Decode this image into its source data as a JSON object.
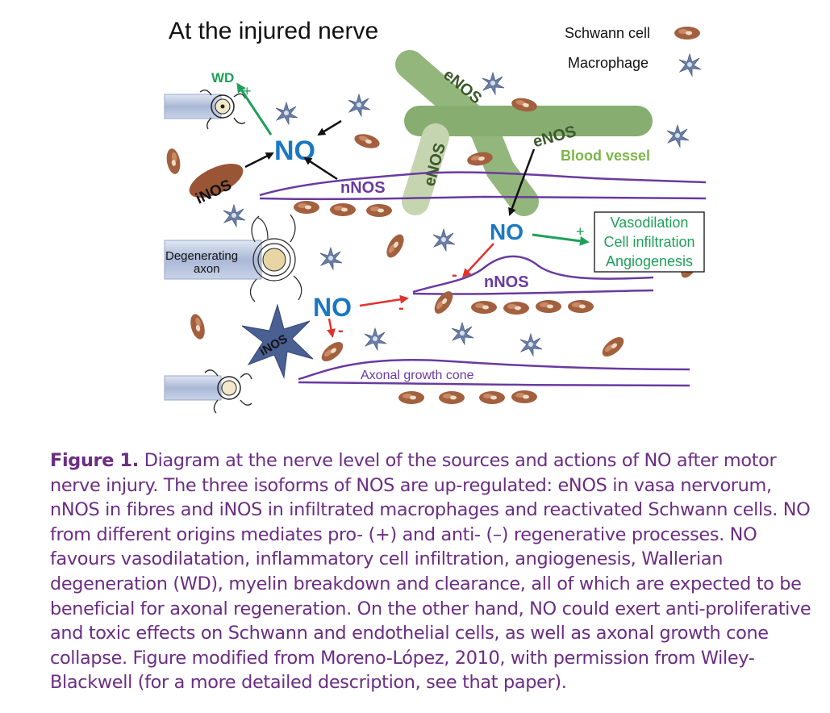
{
  "title": "At the injured nerve",
  "legend": {
    "schwann": "Schwann cell",
    "macrophage": "Macrophage"
  },
  "labels": {
    "wd": "WD",
    "plus": "+",
    "minus": "-",
    "no": "NO",
    "inos": "iNOS",
    "nnos": "nNOS",
    "enos": "eNOS",
    "blood_vessel": "Blood vessel",
    "degenerating_1": "Degenerating",
    "degenerating_2": "axon",
    "growth_cone": "Axonal growth cone",
    "effects": [
      "Vasodilation",
      "Cell infiltration",
      "Angiogenesis"
    ]
  },
  "colors": {
    "no_blue": "#1a78c2",
    "green_arrow": "#1ea05a",
    "red_arrow": "#e0332e",
    "purple": "#6a3aa0",
    "vessel": "#8fb27a",
    "vessel_label": "#7ab648",
    "schwann": "#a0583a",
    "macrophage": "#6b7fa6",
    "caption": "#6b2d83"
  },
  "caption": {
    "label": "Figure 1.",
    "text": "Diagram at the nerve level of the sources and actions of NO after motor nerve injury. The three isoforms of NOS are up-regulated: eNOS in vasa nervorum, nNOS in fibres and iNOS in infiltrated macrophages and reactivated Schwann cells. NO from different origins mediates pro- (+) and anti- (–) regenerative processes. NO favours vasodilatation, inflammatory cell infiltration, angiogenesis, Wallerian degeneration (WD), myelin breakdown and clearance, all of which are expected to be beneficial for axonal regeneration. On the other hand, NO could exert anti-proliferative and toxic effects on Schwann and endothelial cells, as well as axonal growth cone collapse. Figure modified from Moreno-López, 2010, with permission from Wiley-Blackwell (for a more detailed description, see that paper)."
  }
}
